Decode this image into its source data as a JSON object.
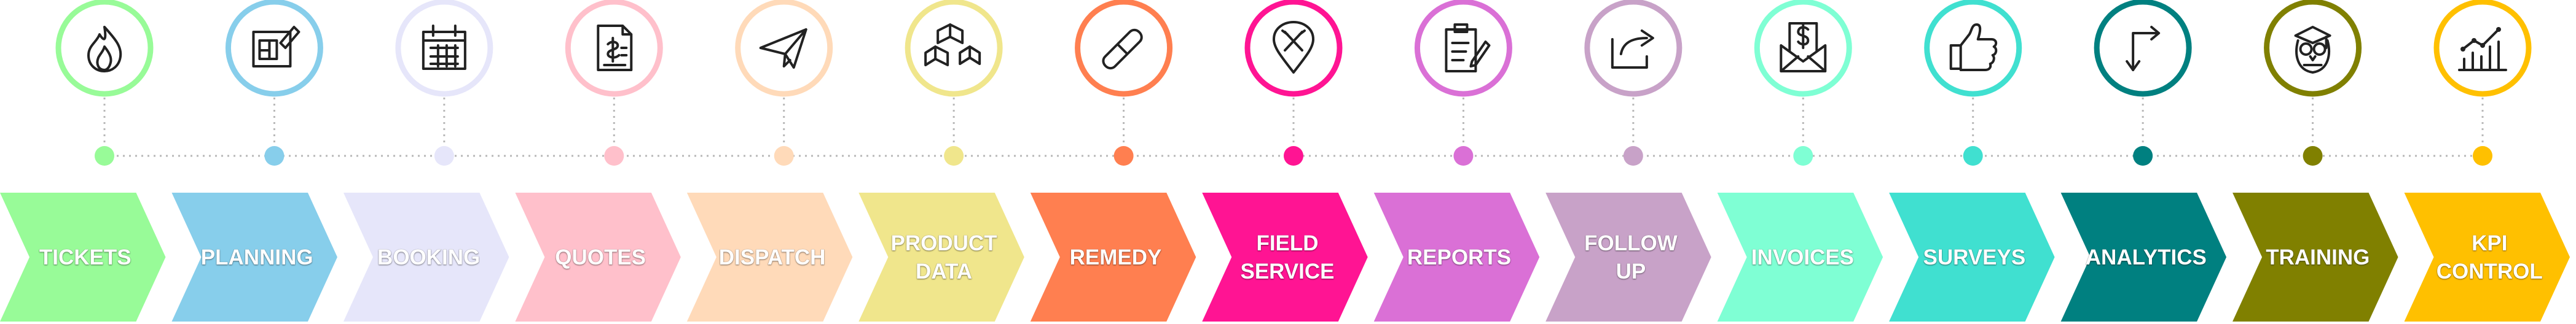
{
  "steps": [
    {
      "lines": [
        "TICKETS"
      ],
      "color": "#98fb98",
      "icon": "fire-icon"
    },
    {
      "lines": [
        "PLANNING"
      ],
      "color": "#87ceeb",
      "icon": "blueprint-icon"
    },
    {
      "lines": [
        "BOOKING"
      ],
      "color": "#e6e6fa",
      "icon": "calendar-icon"
    },
    {
      "lines": [
        "QUOTES"
      ],
      "color": "#ffc0cb",
      "icon": "invoice-document-icon"
    },
    {
      "lines": [
        "DISPATCH"
      ],
      "color": "#ffdab9",
      "icon": "paper-plane-icon"
    },
    {
      "lines": [
        "PRODUCT",
        "DATA"
      ],
      "color": "#f0e68c",
      "icon": "boxes-icon"
    },
    {
      "lines": [
        "REMEDY"
      ],
      "color": "#ff7f50",
      "icon": "pill-capsule-icon"
    },
    {
      "lines": [
        "FIELD",
        "SERVICE"
      ],
      "color": "#ff1493",
      "icon": "location-tools-icon"
    },
    {
      "lines": [
        "REPORTS"
      ],
      "color": "#da70d6",
      "icon": "clipboard-pen-icon"
    },
    {
      "lines": [
        "FOLLOW",
        "UP"
      ],
      "color": "#c8a2c8",
      "icon": "share-arrow-icon"
    },
    {
      "lines": [
        "INVOICES"
      ],
      "color": "#7fffd4",
      "icon": "envelope-invoice-icon"
    },
    {
      "lines": [
        "SURVEYS"
      ],
      "color": "#40e0d0",
      "icon": "thumbs-up-icon"
    },
    {
      "lines": [
        "ANALYTICS"
      ],
      "color": "#008080",
      "icon": "turn-arrow-icon"
    },
    {
      "lines": [
        "TRAINING"
      ],
      "color": "#808000",
      "icon": "owl-graduate-icon"
    },
    {
      "lines": [
        "KPI",
        "CONTROL"
      ],
      "color": "#ffc000",
      "icon": "growth-chart-icon"
    }
  ]
}
